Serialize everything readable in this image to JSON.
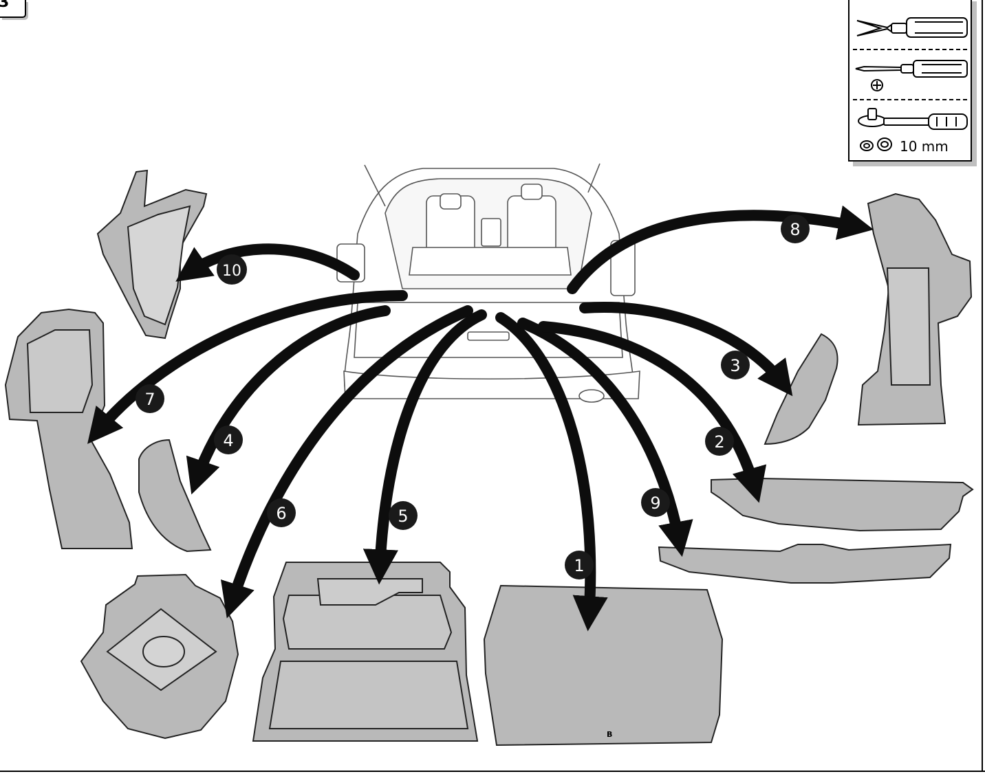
{
  "step_number": "3",
  "tools_box": {
    "socket_size_label": "10 mm",
    "tools": [
      "trim-remover-tool",
      "phillips-screwdriver",
      "ratchet-wrench"
    ]
  },
  "callouts": [
    "1",
    "2",
    "3",
    "4",
    "5",
    "6",
    "7",
    "8",
    "9",
    "10"
  ],
  "floor_board_mark": "B",
  "colors": {
    "part_fill": "#b9b9b9",
    "part_stroke": "#222222",
    "arrow": "#0d0d0d",
    "badge_bg": "#1a1a1a"
  }
}
